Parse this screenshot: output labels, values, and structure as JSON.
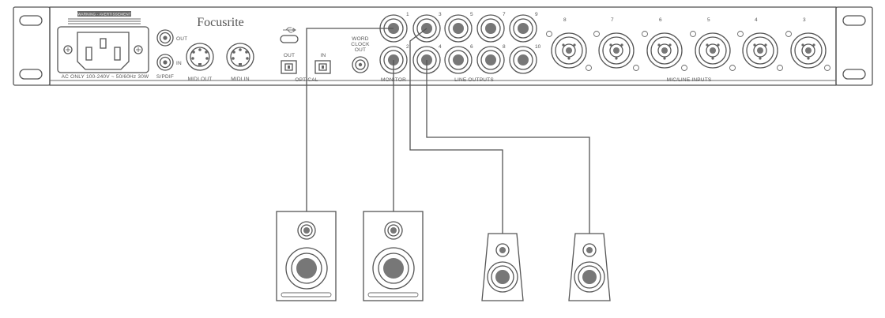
{
  "unit": {
    "brand": "Focusrite",
    "warning_badge": "WARNING - AVERTISSEMENT",
    "power_label": "AC ONLY 100-240V ~ 50/60Hz 30W",
    "spdif_label": "S/PDIF",
    "spdif_out": "OUT",
    "spdif_in": "IN",
    "midi_out": "MIDI OUT",
    "midi_in": "MIDI IN",
    "optical_label": "OPTICAL",
    "optical_out": "OUT",
    "optical_in": "IN",
    "word_clock": [
      "WORD",
      "CLOCK",
      "OUT"
    ],
    "monitor_label": "MONITOR",
    "line_outputs_label": "LINE OUTPUTS",
    "mic_line_inputs_label": "MIC/LINE INPUTS",
    "jack_numbers_top": [
      "1",
      "3",
      "5",
      "7",
      "9"
    ],
    "jack_numbers_bottom": [
      "2",
      "4",
      "6",
      "8",
      "10"
    ],
    "xlr_numbers": [
      "8",
      "7",
      "6",
      "5",
      "4",
      "3"
    ]
  },
  "speakers": [
    {
      "id": "monitor-left",
      "size": "large"
    },
    {
      "id": "monitor-right",
      "size": "large"
    },
    {
      "id": "line-out-3",
      "size": "small"
    },
    {
      "id": "line-out-4",
      "size": "small"
    }
  ],
  "colors": {
    "line": "#555555",
    "background": "#ffffff"
  }
}
